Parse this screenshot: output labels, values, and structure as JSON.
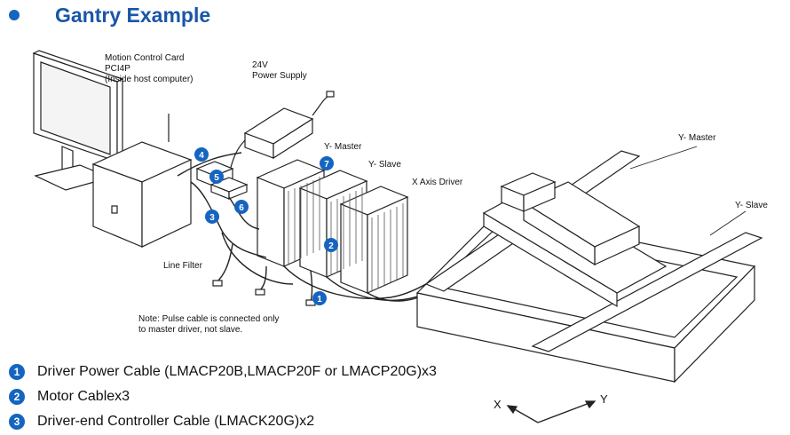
{
  "title": "Gantry Example",
  "labels": {
    "motion_card_line1": "Motion Control Card",
    "motion_card_line2": "PCI4P",
    "motion_card_line3": "(Inside host computer)",
    "power_line1": "24V",
    "power_line2": "Power Supply",
    "y_master_driver": "Y- Master",
    "y_slave_driver": "Y- Slave",
    "x_axis_driver": "X Axis Driver",
    "y_master_axis": "Y- Master",
    "y_slave_axis": "Y- Slave",
    "line_filter": "Line Filter",
    "note_line1": "Note: Pulse cable is connected only",
    "note_line2": "to master driver, not slave.",
    "axis_x": "X",
    "axis_y": "Y"
  },
  "markers": [
    "1",
    "2",
    "3",
    "4",
    "5",
    "6",
    "7"
  ],
  "legend": [
    {
      "num": "1",
      "text": "Driver Power Cable (LMACP20B,LMACP20F or LMACP20G)x3"
    },
    {
      "num": "2",
      "text": "Motor Cablex3"
    },
    {
      "num": "3",
      "text": "Driver-end Controller Cable (LMACK20G)x2"
    }
  ],
  "colors": {
    "accent": "#1565c0",
    "title": "#1a56a8",
    "line": "#222222"
  }
}
